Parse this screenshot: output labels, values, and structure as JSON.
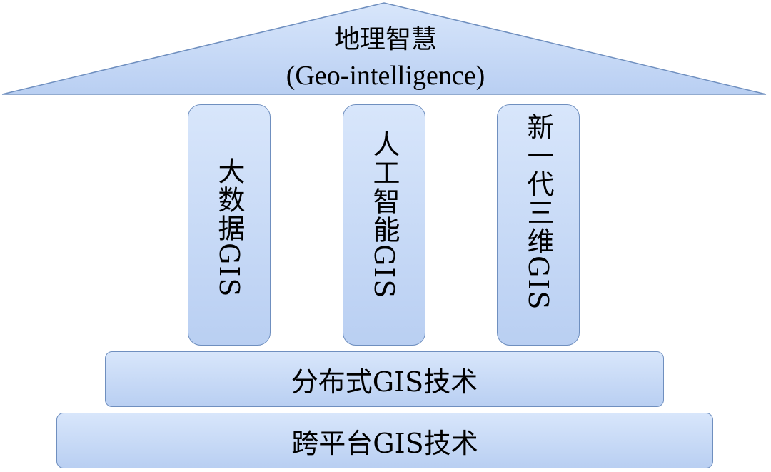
{
  "roof": {
    "title_zh": "地理智慧",
    "title_en": "(Geo-intelligence)"
  },
  "pillars": [
    {
      "label": "大数据GIS"
    },
    {
      "label": "人工智能GIS"
    },
    {
      "label": "新一代三维GIS"
    }
  ],
  "foundations": [
    {
      "label": "分布式GIS技术"
    },
    {
      "label": "跨平台GIS技术"
    }
  ],
  "colors": {
    "fill_top": "#d8e6fb",
    "fill_bottom": "#b9cff2",
    "stroke": "#6f8fbf"
  }
}
